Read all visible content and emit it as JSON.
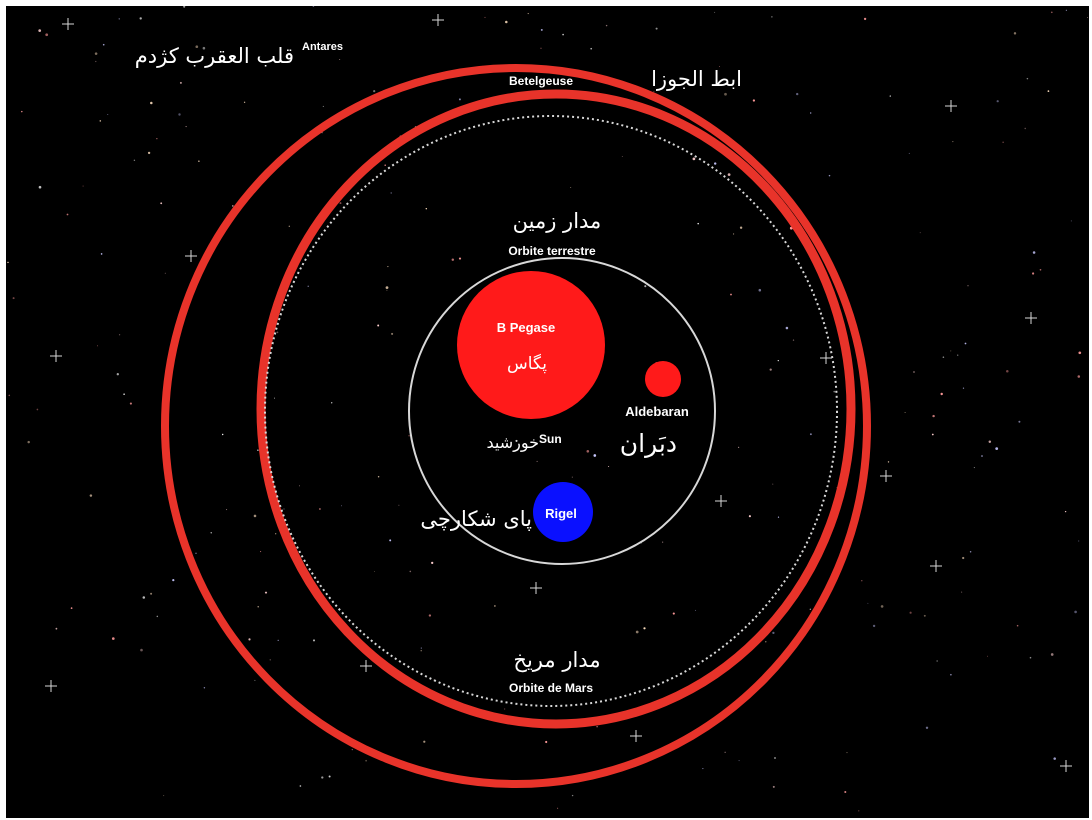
{
  "labels": {
    "antares_en": "Antares",
    "antares_fa": "قلب العقرب کژدم",
    "betelgeuse_en": "Betelgeuse",
    "betelgeuse_fa": "ابط الجوزا",
    "earth_orbit_fa": "مدار زمین",
    "earth_orbit_en": "Orbite terrestre",
    "pegase_en": "B Pegase",
    "pegase_fa": "پگاس",
    "aldebaran_en": "Aldebaran",
    "aldebaran_fa": "دبَران",
    "sun_en": "Sun",
    "sun_fa": "خورشید",
    "rigel_en": "Rigel",
    "rigel_fa": "پای شکارچی",
    "mars_orbit_fa": "مدار مریخ",
    "mars_orbit_en": "Orbite de Mars"
  },
  "colors": {
    "background": "#000000",
    "red_giant": "#ff1a1a",
    "ring": "#e8332a",
    "blue_star": "#0a10ff",
    "orbit_line": "#d8d8d8"
  }
}
